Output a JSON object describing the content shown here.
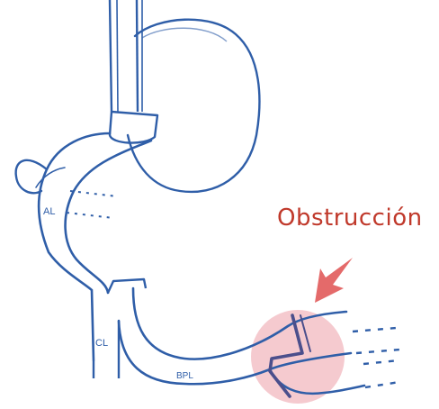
{
  "labels": {
    "title": "Obstrucción",
    "al": "AL",
    "cl": "CL",
    "bpl": "BPL"
  },
  "colors": {
    "stroke": "#2f5ea8",
    "title": "#c0392b",
    "arrow": "#e46a6a",
    "highlight": "#f2b8bf",
    "obstruction": "#4b4f8c"
  }
}
